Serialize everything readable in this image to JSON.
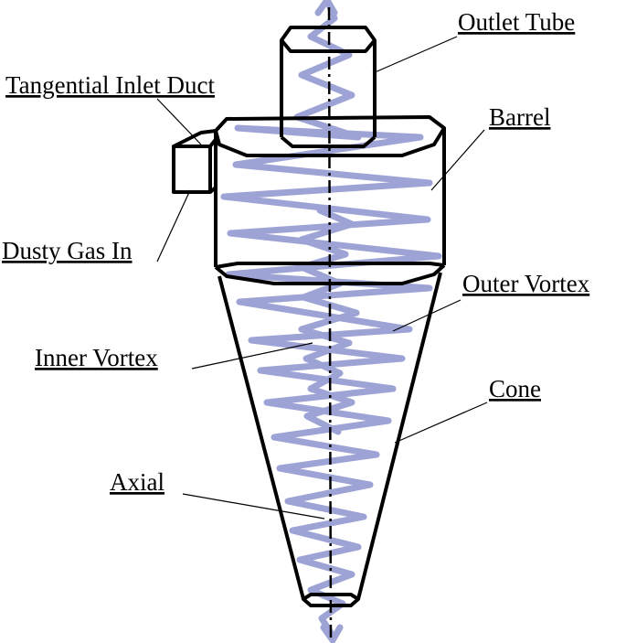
{
  "diagram": {
    "labels": {
      "outlet_tube": "Outlet Tube",
      "tangential_inlet_duct": "Tangential Inlet Duct",
      "barrel": "Barrel",
      "dusty_gas_in": "Dusty Gas In",
      "outer_vortex": "Outer Vortex",
      "inner_vortex": "Inner Vortex",
      "cone": "Cone",
      "axial": "Axial"
    },
    "colors": {
      "outline": "#000000",
      "vortex": "#9da3d4",
      "axis": "#000000",
      "background": "#ffffff"
    }
  }
}
